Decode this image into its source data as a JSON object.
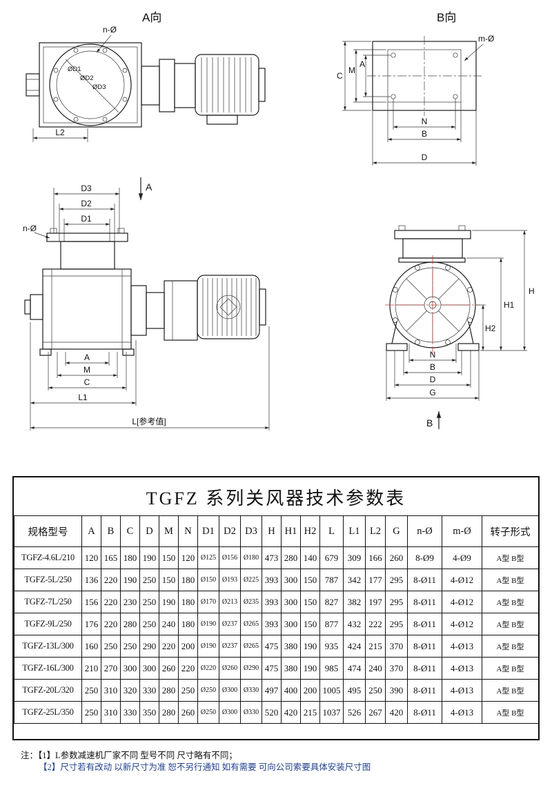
{
  "drawings": {
    "view_a": {
      "title": "A向",
      "n_phi": "n-Ø",
      "d1": "ØD1",
      "d2": "ØD2",
      "d3": "ØD3",
      "l2": "L2"
    },
    "view_b": {
      "title": "B向",
      "m_phi": "m-Ø",
      "c": "C",
      "m": "M",
      "a": "A",
      "n": "N",
      "b": "B",
      "d": "D"
    },
    "front": {
      "d3": "D3",
      "d2": "D2",
      "d1": "D1",
      "n_phi": "n-Ø",
      "section": "A",
      "a": "A",
      "m": "M",
      "c": "C",
      "l1": "L1",
      "l_ref": "L[参考值]"
    },
    "side": {
      "h": "H",
      "h1": "H1",
      "h2": "H2",
      "n": "N",
      "b": "B",
      "d": "D",
      "g": "G",
      "section": "B"
    }
  },
  "table": {
    "title": "TGFZ 系列关风器技术参数表",
    "headers": [
      "规格型号",
      "A",
      "B",
      "C",
      "D",
      "M",
      "N",
      "D1",
      "D2",
      "D3",
      "H",
      "H1",
      "H2",
      "L",
      "L1",
      "L2",
      "G",
      "n-Ø",
      "m-Ø",
      "转子形式"
    ],
    "rows": [
      [
        "TGFZ-4.6L/210",
        "120",
        "165",
        "180",
        "190",
        "150",
        "120",
        "Ø125",
        "Ø156",
        "Ø180",
        "473",
        "280",
        "140",
        "679",
        "309",
        "166",
        "260",
        "8-Ø9",
        "4-Ø9",
        "A型 B型"
      ],
      [
        "TGFZ-5L/250",
        "136",
        "220",
        "190",
        "250",
        "150",
        "180",
        "Ø150",
        "Ø193",
        "Ø225",
        "393",
        "300",
        "150",
        "787",
        "342",
        "177",
        "295",
        "8-Ø11",
        "4-Ø12",
        "A型 B型"
      ],
      [
        "TGFZ-7L/250",
        "156",
        "220",
        "230",
        "250",
        "190",
        "180",
        "Ø170",
        "Ø213",
        "Ø235",
        "393",
        "300",
        "150",
        "827",
        "382",
        "197",
        "295",
        "8-Ø11",
        "4-Ø12",
        "A型 B型"
      ],
      [
        "TGFZ-9L/250",
        "176",
        "220",
        "280",
        "250",
        "240",
        "180",
        "Ø190",
        "Ø237",
        "Ø265",
        "393",
        "300",
        "150",
        "877",
        "432",
        "222",
        "295",
        "8-Ø11",
        "4-Ø12",
        "A型 B型"
      ],
      [
        "TGFZ-13L/300",
        "160",
        "250",
        "250",
        "290",
        "220",
        "200",
        "Ø190",
        "Ø237",
        "Ø265",
        "475",
        "380",
        "190",
        "935",
        "424",
        "215",
        "370",
        "8-Ø11",
        "4-Ø13",
        "A型 B型"
      ],
      [
        "TGFZ-16L/300",
        "210",
        "270",
        "300",
        "300",
        "260",
        "220",
        "Ø220",
        "Ø260",
        "Ø290",
        "475",
        "380",
        "190",
        "985",
        "474",
        "240",
        "370",
        "8-Ø11",
        "4-Ø13",
        "A型 B型"
      ],
      [
        "TGFZ-20L/320",
        "250",
        "310",
        "320",
        "330",
        "280",
        "250",
        "Ø250",
        "Ø300",
        "Ø330",
        "497",
        "400",
        "200",
        "1005",
        "495",
        "250",
        "390",
        "8-Ø11",
        "4-Ø13",
        "A型 B型"
      ],
      [
        "TGFZ-25L/350",
        "250",
        "310",
        "330",
        "350",
        "280",
        "260",
        "Ø250",
        "Ø300",
        "Ø330",
        "520",
        "420",
        "215",
        "1037",
        "526",
        "267",
        "420",
        "8-Ø11",
        "4-Ø13",
        "A型 B型"
      ]
    ]
  },
  "notes": {
    "line1": "注：【1】L参数减速机厂家不同 型号不同 尺寸略有不同；",
    "line2": "【2】尺寸若有改动 以新尺寸为准 恕不另行通知 如有需要 可向公司索要具体安装尺寸图"
  }
}
